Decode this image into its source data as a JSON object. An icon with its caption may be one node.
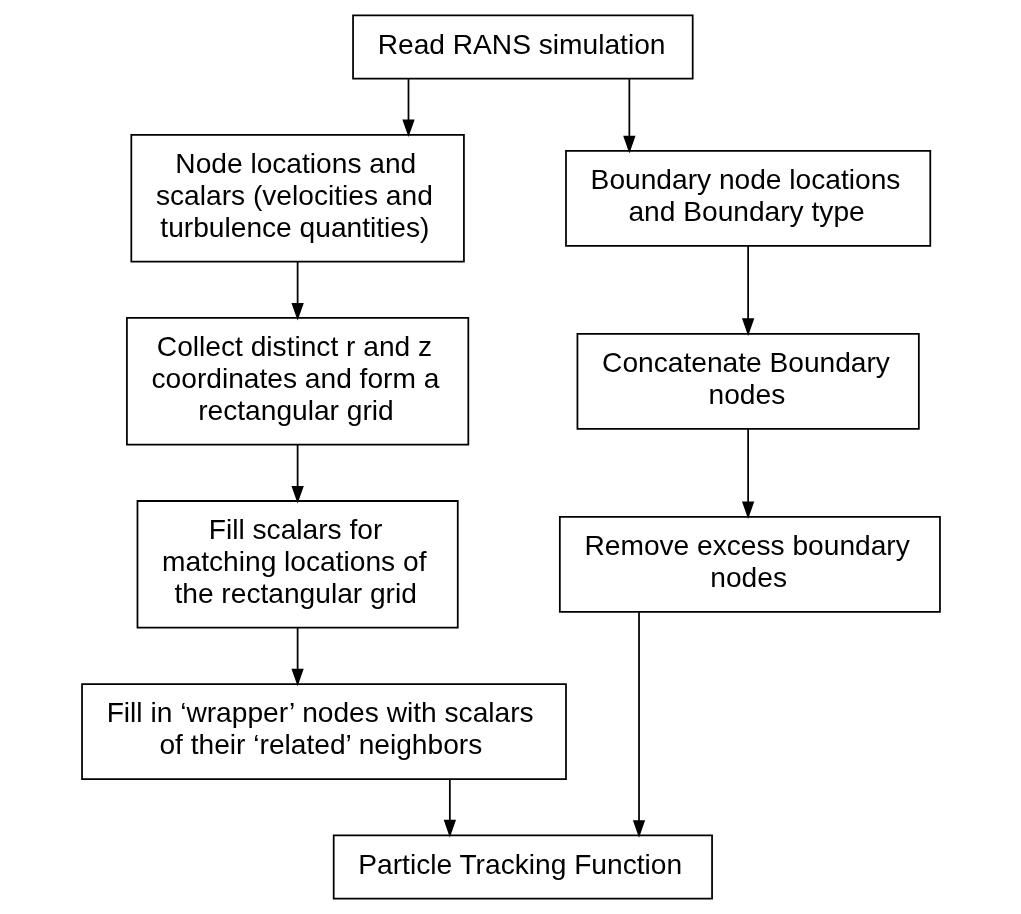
{
  "diagram": {
    "nodes": [
      {
        "text": [
          "Read RANS simulation"
        ]
      },
      {
        "text": [
          "Node locations and scalars (velocities and turbulence quantities)"
        ]
      },
      {
        "text": [
          "Boundary node locations and Boundary type"
        ]
      },
      {
        "text": [
          "Collect distinct r and z coordinates and form a rectangular grid"
        ]
      },
      {
        "text": [
          "Concatenate Boundary nodes"
        ]
      },
      {
        "text": [
          "Fill scalars for matching locations of the rectangular grid"
        ]
      },
      {
        "text": [
          "Remove excess boundary nodes"
        ]
      },
      {
        "text": [
          "Fill in ‘wrapper’ nodes with scalars of their ‘related’ neighbors"
        ]
      },
      {
        "text": [
          "Particle Tracking Function"
        ]
      }
    ],
    "edges": [
      {
        "from": 0,
        "to": 1,
        "arrow": "to"
      },
      {
        "from": 0,
        "to": 2,
        "arrow": "to"
      },
      {
        "from": 1,
        "to": 3,
        "arrow": "to"
      },
      {
        "from": 3,
        "to": 5,
        "arrow": "to"
      },
      {
        "from": 5,
        "to": 7,
        "arrow": "to"
      },
      {
        "from": 2,
        "to": 4,
        "arrow": "to"
      },
      {
        "from": 4,
        "to": 6,
        "arrow": "to"
      },
      {
        "from": 7,
        "to": 8,
        "arrow": "to"
      },
      {
        "from": 6,
        "to": 8,
        "arrow": "to"
      }
    ]
  }
}
